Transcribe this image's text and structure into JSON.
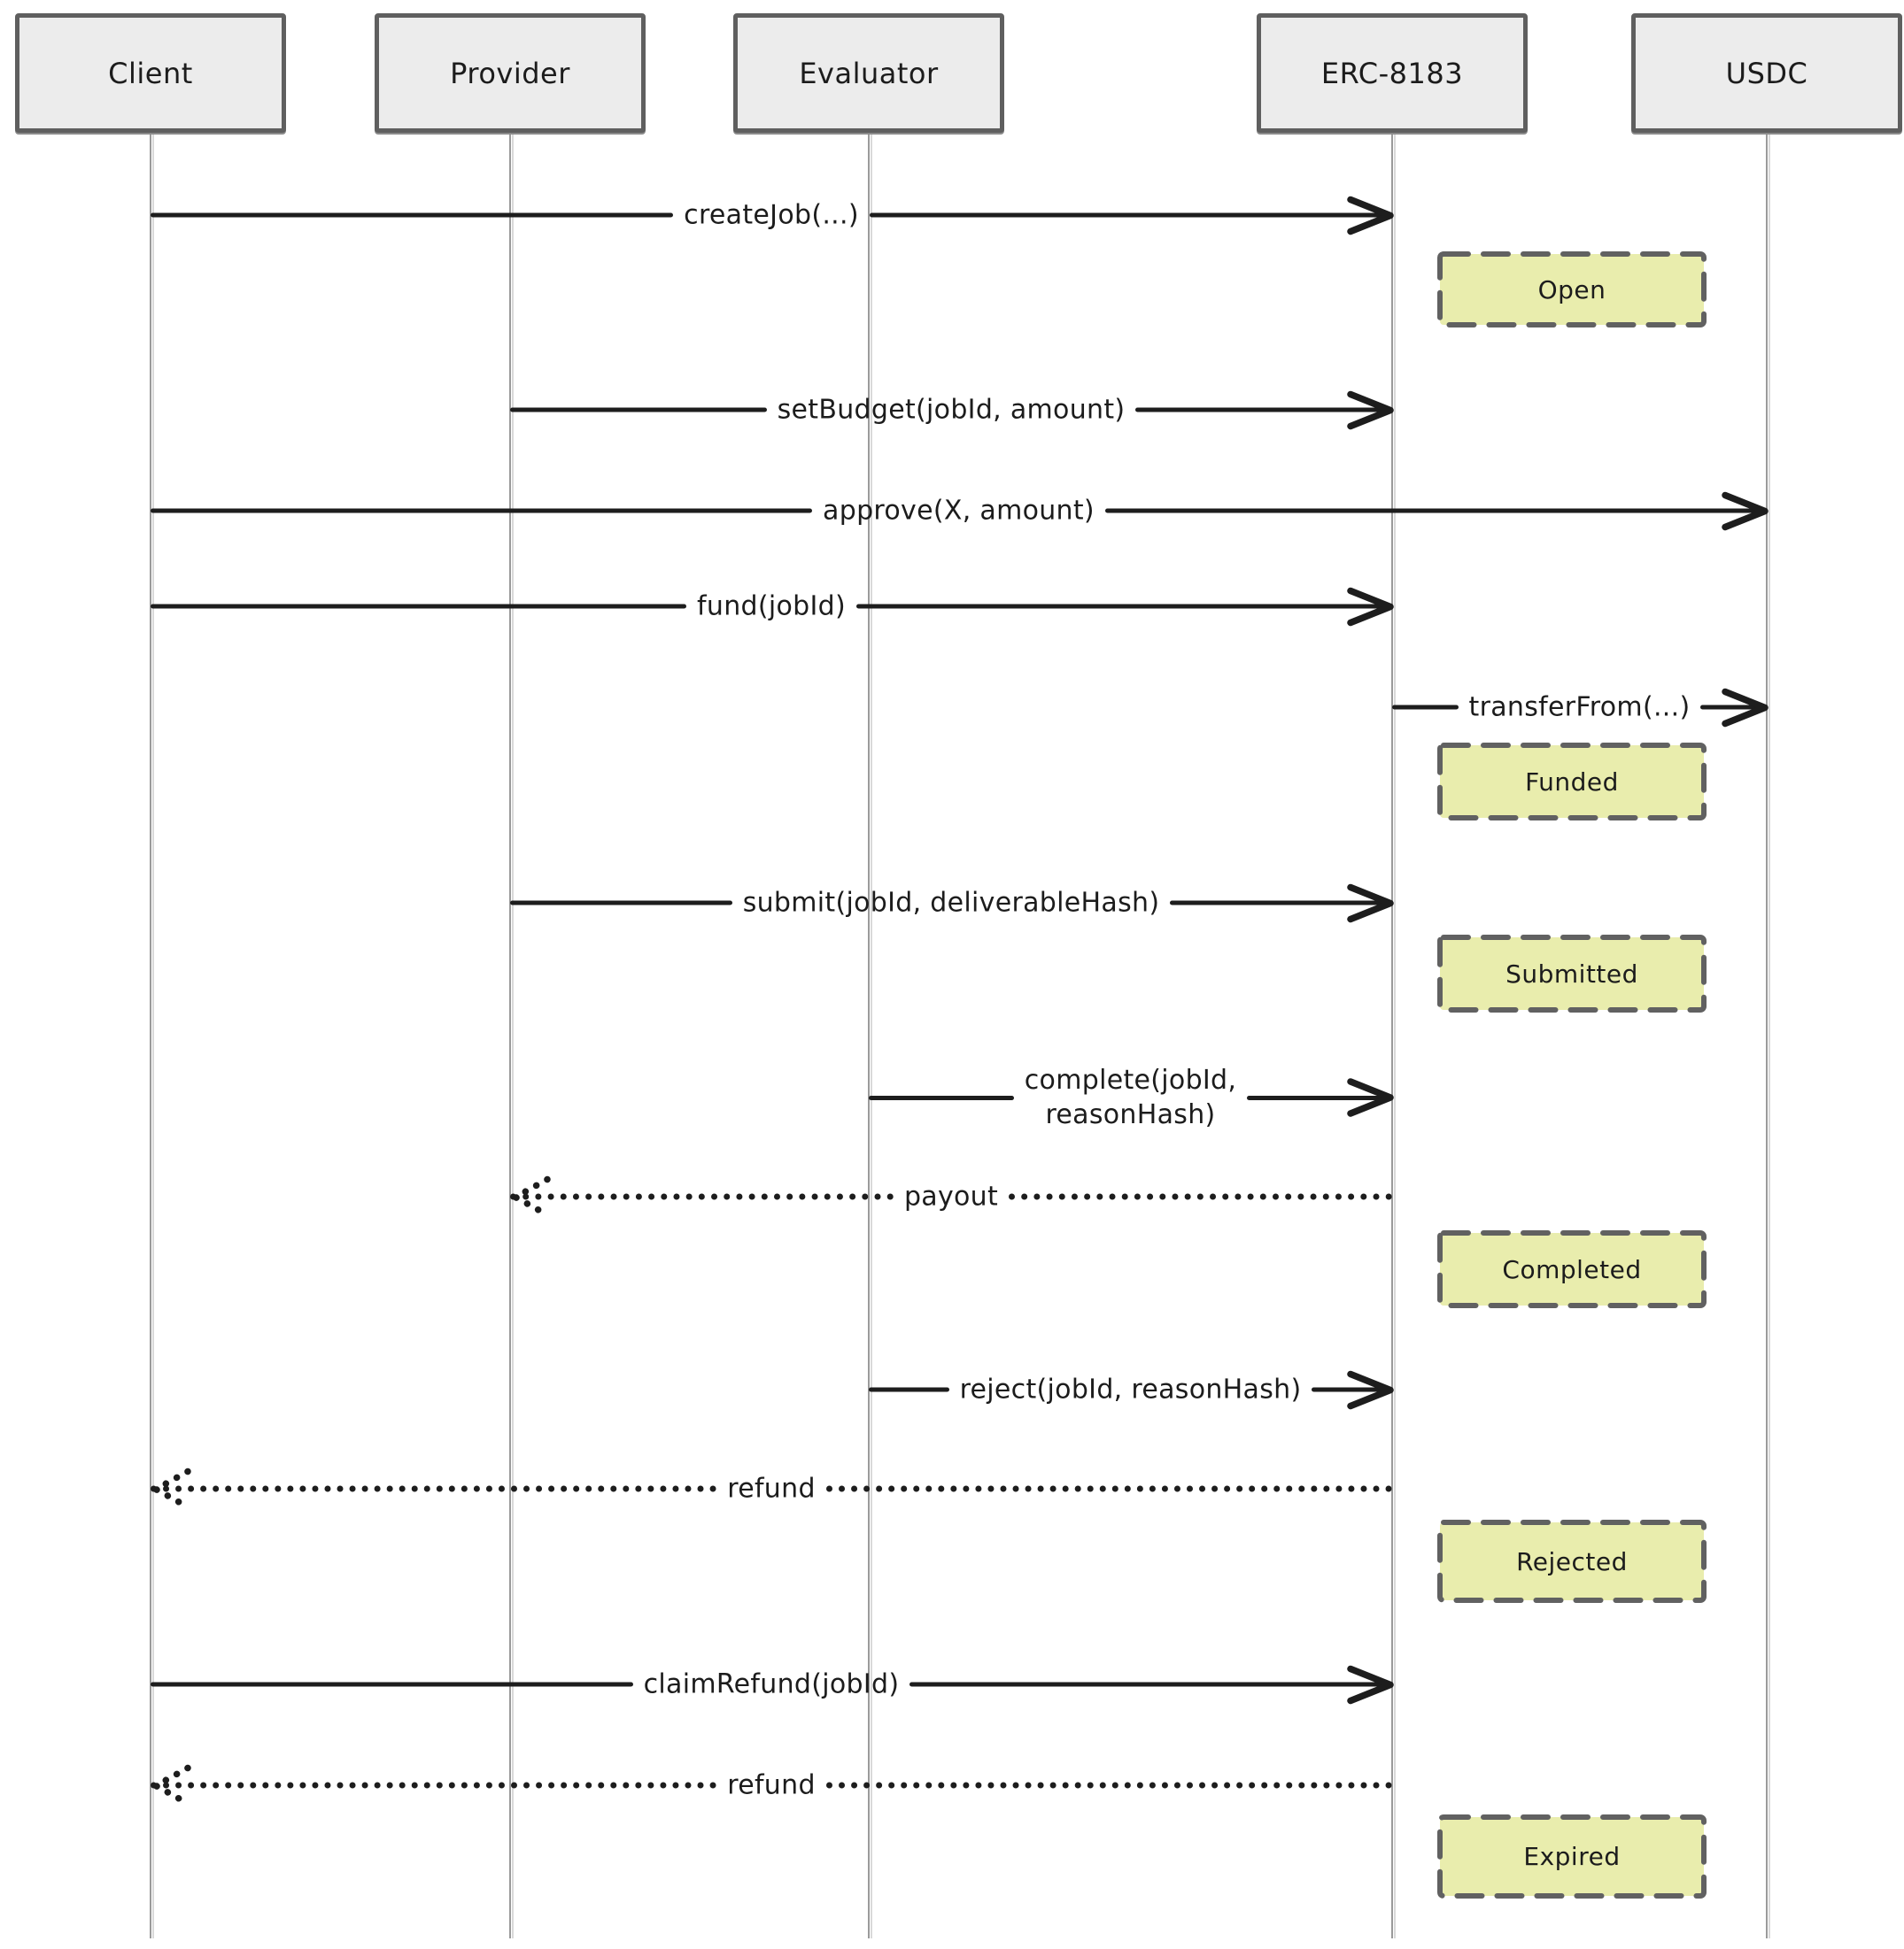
{
  "diagram": {
    "title": "ERC-8183 job escrow sequence diagram",
    "actors": [
      {
        "id": "client",
        "label": "Client"
      },
      {
        "id": "provider",
        "label": "Provider"
      },
      {
        "id": "evaluator",
        "label": "Evaluator"
      },
      {
        "id": "erc8183",
        "label": "ERC-8183"
      },
      {
        "id": "usdc",
        "label": "USDC"
      }
    ],
    "messages": [
      {
        "from": "client",
        "to": "erc8183",
        "label": "createJob(...)",
        "line": "solid",
        "direction": "right"
      },
      {
        "from": "provider",
        "to": "erc8183",
        "label": "setBudget(jobId, amount)",
        "line": "solid",
        "direction": "right"
      },
      {
        "from": "client",
        "to": "usdc",
        "label": "approve(X, amount)",
        "line": "solid",
        "direction": "right"
      },
      {
        "from": "client",
        "to": "erc8183",
        "label": "fund(jobId)",
        "line": "solid",
        "direction": "right"
      },
      {
        "from": "erc8183",
        "to": "usdc",
        "label": "transferFrom(...)",
        "line": "solid",
        "direction": "right"
      },
      {
        "from": "provider",
        "to": "erc8183",
        "label": "submit(jobId, deliverableHash)",
        "line": "solid",
        "direction": "right"
      },
      {
        "from": "evaluator",
        "to": "erc8183",
        "label": "complete(jobId,\nreasonHash)",
        "line": "solid",
        "direction": "right"
      },
      {
        "from": "erc8183",
        "to": "provider",
        "label": "payout",
        "line": "dotted",
        "direction": "left"
      },
      {
        "from": "evaluator",
        "to": "erc8183",
        "label": "reject(jobId, reasonHash)",
        "line": "solid",
        "direction": "right"
      },
      {
        "from": "erc8183",
        "to": "client",
        "label": "refund",
        "line": "dotted",
        "direction": "left"
      },
      {
        "from": "client",
        "to": "erc8183",
        "label": "claimRefund(jobId)",
        "line": "solid",
        "direction": "right"
      },
      {
        "from": "erc8183",
        "to": "client",
        "label": "refund",
        "line": "dotted",
        "direction": "left"
      }
    ],
    "states": [
      {
        "label": "Open"
      },
      {
        "label": "Funded"
      },
      {
        "label": "Submitted"
      },
      {
        "label": "Completed"
      },
      {
        "label": "Rejected"
      },
      {
        "label": "Expired"
      }
    ],
    "colors": {
      "state_fill": "#e9edad",
      "state_border": "#616161",
      "actor_fill": "#ececec",
      "actor_border": "#5f5f5f",
      "message_line": "#1d1d1d",
      "lifeline": "#9a9a9a",
      "text": "#1c1c1c",
      "background": "#ffffff"
    }
  }
}
